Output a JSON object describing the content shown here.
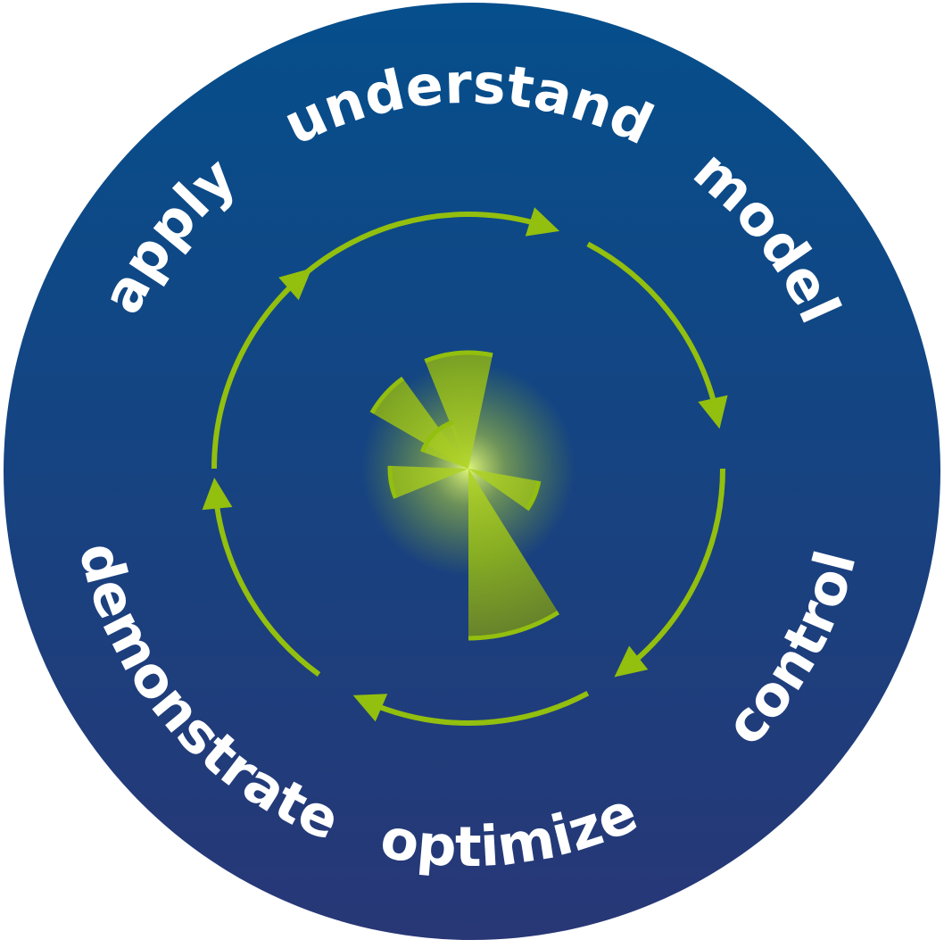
{
  "colors": {
    "disc_top": "#054f8c",
    "disc_bottom": "#283776",
    "accent": "#93bf0e",
    "text": "#ffffff"
  },
  "cycle": [
    {
      "id": "understand",
      "label": "understand"
    },
    {
      "id": "model",
      "label": "model"
    },
    {
      "id": "control",
      "label": "control"
    },
    {
      "id": "optimize",
      "label": "optimize"
    },
    {
      "id": "demonstrate",
      "label": "demonstrate"
    },
    {
      "id": "apply",
      "label": "apply"
    }
  ],
  "center_icon": "radial-wedge-logo",
  "arrow_direction": "clockwise"
}
